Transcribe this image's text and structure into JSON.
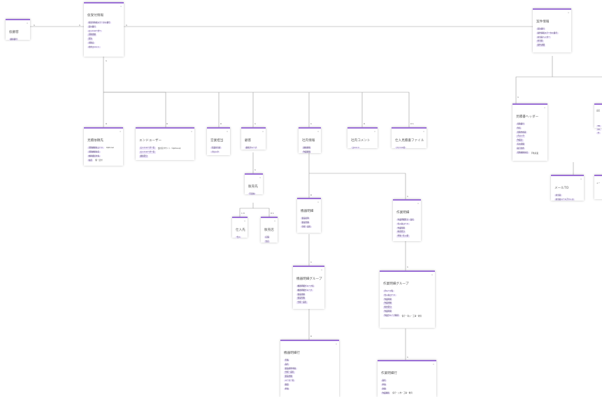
{
  "entities": [
    {
      "id": "e1",
      "title": "仮顧客",
      "attributes": [
        {
          "label": "顧客番号"
        }
      ]
    },
    {
      "id": "e2",
      "title": "仮受付情報",
      "attributes": [
        {
          "label": "仮受付情報ステータス番号"
        },
        {
          "label": "受付番号"
        },
        {
          "label": "エンドユーザー"
        },
        {
          "label": "見積金額"
        },
        {
          "label": "受注"
        },
        {
          "label": "見積日"
        },
        {
          "label": "社内コメント"
        }
      ]
    },
    {
      "id": "e3",
      "title": "案件情報",
      "attributes": [
        {
          "label": "受注番号"
        },
        {
          "label": "案件情報ステータス番号"
        },
        {
          "label": "担当者ヘッダー"
        },
        {
          "label": "担当者"
        },
        {
          "label": "案件詳細"
        }
      ]
    },
    {
      "id": "e4",
      "title": "見積依頼先",
      "attributes": [
        {
          "label": "見積依頼先コード",
          "note": "Optional"
        },
        {
          "label": "見積依頼先名"
        },
        {
          "label": "依頼書送付先"
        },
        {
          "label": "電話",
          "note": "備・送付"
        }
      ]
    },
    {
      "id": "e5",
      "title": "エンドユーザー",
      "attributes": [
        {
          "label": "エンドユーザー名",
          "note": "会社名やサイト（Optional)"
        },
        {
          "label": "エンドユーザー名"
        },
        {
          "label": "顧客区分"
        }
      ]
    },
    {
      "id": "e6",
      "title": "営業担当",
      "attributes": [
        {
          "label": "営業担当者"
        },
        {
          "label": "ブロック"
        }
      ]
    },
    {
      "id": "e7",
      "title": "顧客",
      "attributes": [
        {
          "label": "顧客グループ"
        }
      ]
    },
    {
      "id": "e8",
      "title": "社内情報",
      "attributes": [
        {
          "label": "連絡情報"
        },
        {
          "label": "作業情報"
        }
      ]
    },
    {
      "id": "e9",
      "title": "社内コメント",
      "attributes": [
        {
          "label": "コメント"
        }
      ]
    },
    {
      "id": "e10",
      "title": "仕入見積書ファイル",
      "attributes": [
        {
          "label": "ファイル名"
        }
      ]
    },
    {
      "id": "e11",
      "title": "見積書ヘッダー",
      "attributes": [
        {
          "label": "見積番号"
        },
        {
          "label": "件名"
        },
        {
          "label": "見積作成者"
        },
        {
          "label": "ブロック"
        },
        {
          "label": "作業日"
        },
        {
          "label": "有効期間"
        },
        {
          "label": "取引条件"
        },
        {
          "label": "見積依頼先名",
          "note": "不動産業"
        }
      ]
    },
    {
      "id": "e12",
      "title": "販売先",
      "attributes": [
        {
          "label": "引渡先"
        }
      ]
    },
    {
      "id": "e13",
      "title": "機器明細",
      "attributes": [
        {
          "label": "製品名称"
        },
        {
          "label": "製品型番"
        },
        {
          "label": "仕様・品名"
        }
      ]
    },
    {
      "id": "e14",
      "title": "作業明細",
      "attributes": [
        {
          "label": "作業明細区分・品名"
        },
        {
          "label": "仕入先コード"
        },
        {
          "label": "作業時間"
        },
        {
          "label": "料金区分"
        },
        {
          "label": "単価・仕入値"
        }
      ]
    },
    {
      "id": "e15",
      "title": "仕入先",
      "attributes": [
        {
          "label": "仕入"
        }
      ]
    },
    {
      "id": "e16",
      "title": "販売店",
      "attributes": [
        {
          "label": "店舗"
        },
        {
          "label": "支店"
        }
      ]
    },
    {
      "id": "e17",
      "title": "メールTO",
      "attributes": [
        {
          "label": "担当者"
        },
        {
          "label": "担当者メールアドレス"
        }
      ]
    },
    {
      "id": "e18",
      "title": "機器明細グループ",
      "attributes": [
        {
          "label": "機器明細グループ名"
        },
        {
          "label": "機器明細グループ"
        },
        {
          "label": "製品金額"
        },
        {
          "label": "製品型番"
        },
        {
          "label": "仕様・品名"
        }
      ]
    },
    {
      "id": "e19",
      "title": "作業明細グループ",
      "attributes": [
        {
          "label": "グループ名"
        },
        {
          "label": "仕入先コード"
        },
        {
          "label": "作業時間"
        },
        {
          "label": "作業金額"
        },
        {
          "label": "料金区分"
        },
        {
          "label": "作業時間"
        },
        {
          "label": "作業グループ種別",
          "note": "保守・導入・工事・教育"
        }
      ]
    },
    {
      "id": "e20",
      "title": "機器明細行",
      "attributes": [
        {
          "label": "型番"
        },
        {
          "label": "品名"
        },
        {
          "label": "製品標準単価"
        },
        {
          "label": "仕様・品名"
        },
        {
          "label": "製品金額"
        },
        {
          "label": "メーカー名"
        },
        {
          "label": "数量"
        },
        {
          "label": "単価"
        }
      ]
    },
    {
      "id": "e21",
      "title": "作業明細行",
      "attributes": [
        {
          "label": "品名"
        },
        {
          "label": "単価"
        },
        {
          "label": "金額"
        },
        {
          "label": "作業種別",
          "note": "保守・入作・工事・教育"
        }
      ]
    }
  ],
  "right_edge_cards": [
    {
      "id": "r1",
      "lines": [
        "設定",
        "TO",
        "CC",
        "サ"
      ]
    },
    {
      "id": "r2",
      "lines": [
        "メー"
      ]
    }
  ]
}
